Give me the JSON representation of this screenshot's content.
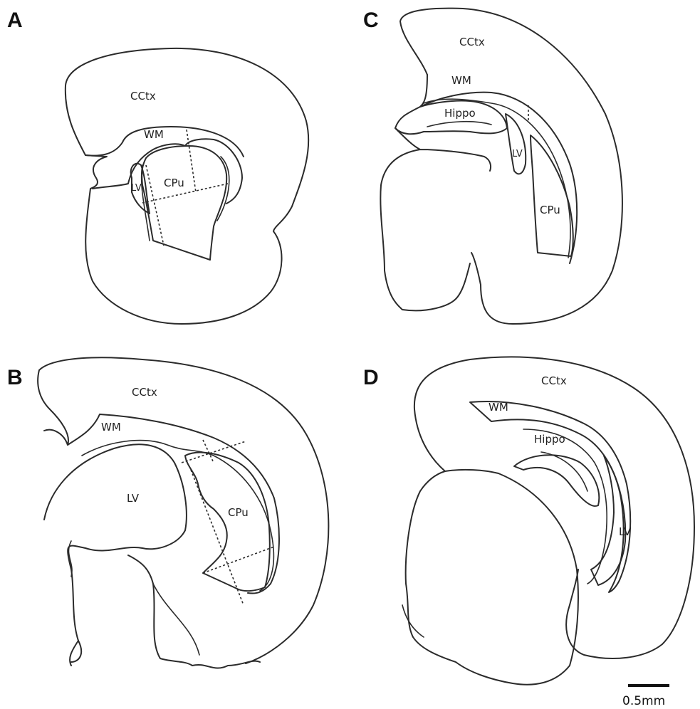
{
  "panels": {
    "A": {
      "letter": "A",
      "labels": {
        "cctx": "CCtx",
        "wm": "WM",
        "cpu": "CPu",
        "lv": "LV"
      }
    },
    "B": {
      "letter": "B",
      "labels": {
        "cctx": "CCtx",
        "wm": "WM",
        "cpu": "CPu",
        "lv": "LV"
      }
    },
    "C": {
      "letter": "C",
      "labels": {
        "cctx": "CCtx",
        "wm": "WM",
        "hippo": "Hippo",
        "lv": "LV",
        "cpu": "CPu"
      }
    },
    "D": {
      "letter": "D",
      "labels": {
        "cctx": "CCtx",
        "wm": "WM",
        "hippo": "Hippo",
        "lv": "LV"
      }
    }
  },
  "scale_bar": {
    "label": "0.5mm"
  }
}
